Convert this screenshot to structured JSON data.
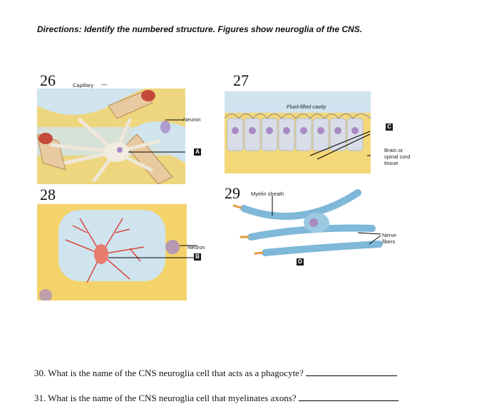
{
  "directions": "Directions: Identify the numbered structure. Figures show neuroglia of the CNS.",
  "figures": {
    "fig26": {
      "number": "26",
      "capillary_label": "Capillary",
      "neuron_label": "Neuron",
      "box": "A"
    },
    "fig27": {
      "number": "27",
      "cavity_label": "Fluid-filled cavity",
      "box": "C",
      "tissue_label": [
        "Brain or",
        "spinal cord",
        "tissue"
      ]
    },
    "fig28": {
      "number": "28",
      "neuron_label": "Neuron",
      "box": "B"
    },
    "fig29": {
      "number": "29",
      "myelin_label": "Myelin sheath",
      "box": "D",
      "fibers_label": [
        "Nerve",
        "fibers"
      ]
    }
  },
  "questions": [
    {
      "text": "30. What is the name of the CNS neuroglia cell that acts as a phagocyte?"
    },
    {
      "text": "31. What is the name of the CNS neuroglia cell that myelinates axons?"
    }
  ],
  "colors": {
    "background_blue": "#cfe4ee",
    "neuron_yellow": "#f3d36a",
    "cell_tan": "#e9dcc6",
    "nucleus_purple": "#a88ac4",
    "capillary_red": "#c44a3a",
    "myelin_blue": "#7fb8d8",
    "microglia_red": "#d9473f"
  }
}
